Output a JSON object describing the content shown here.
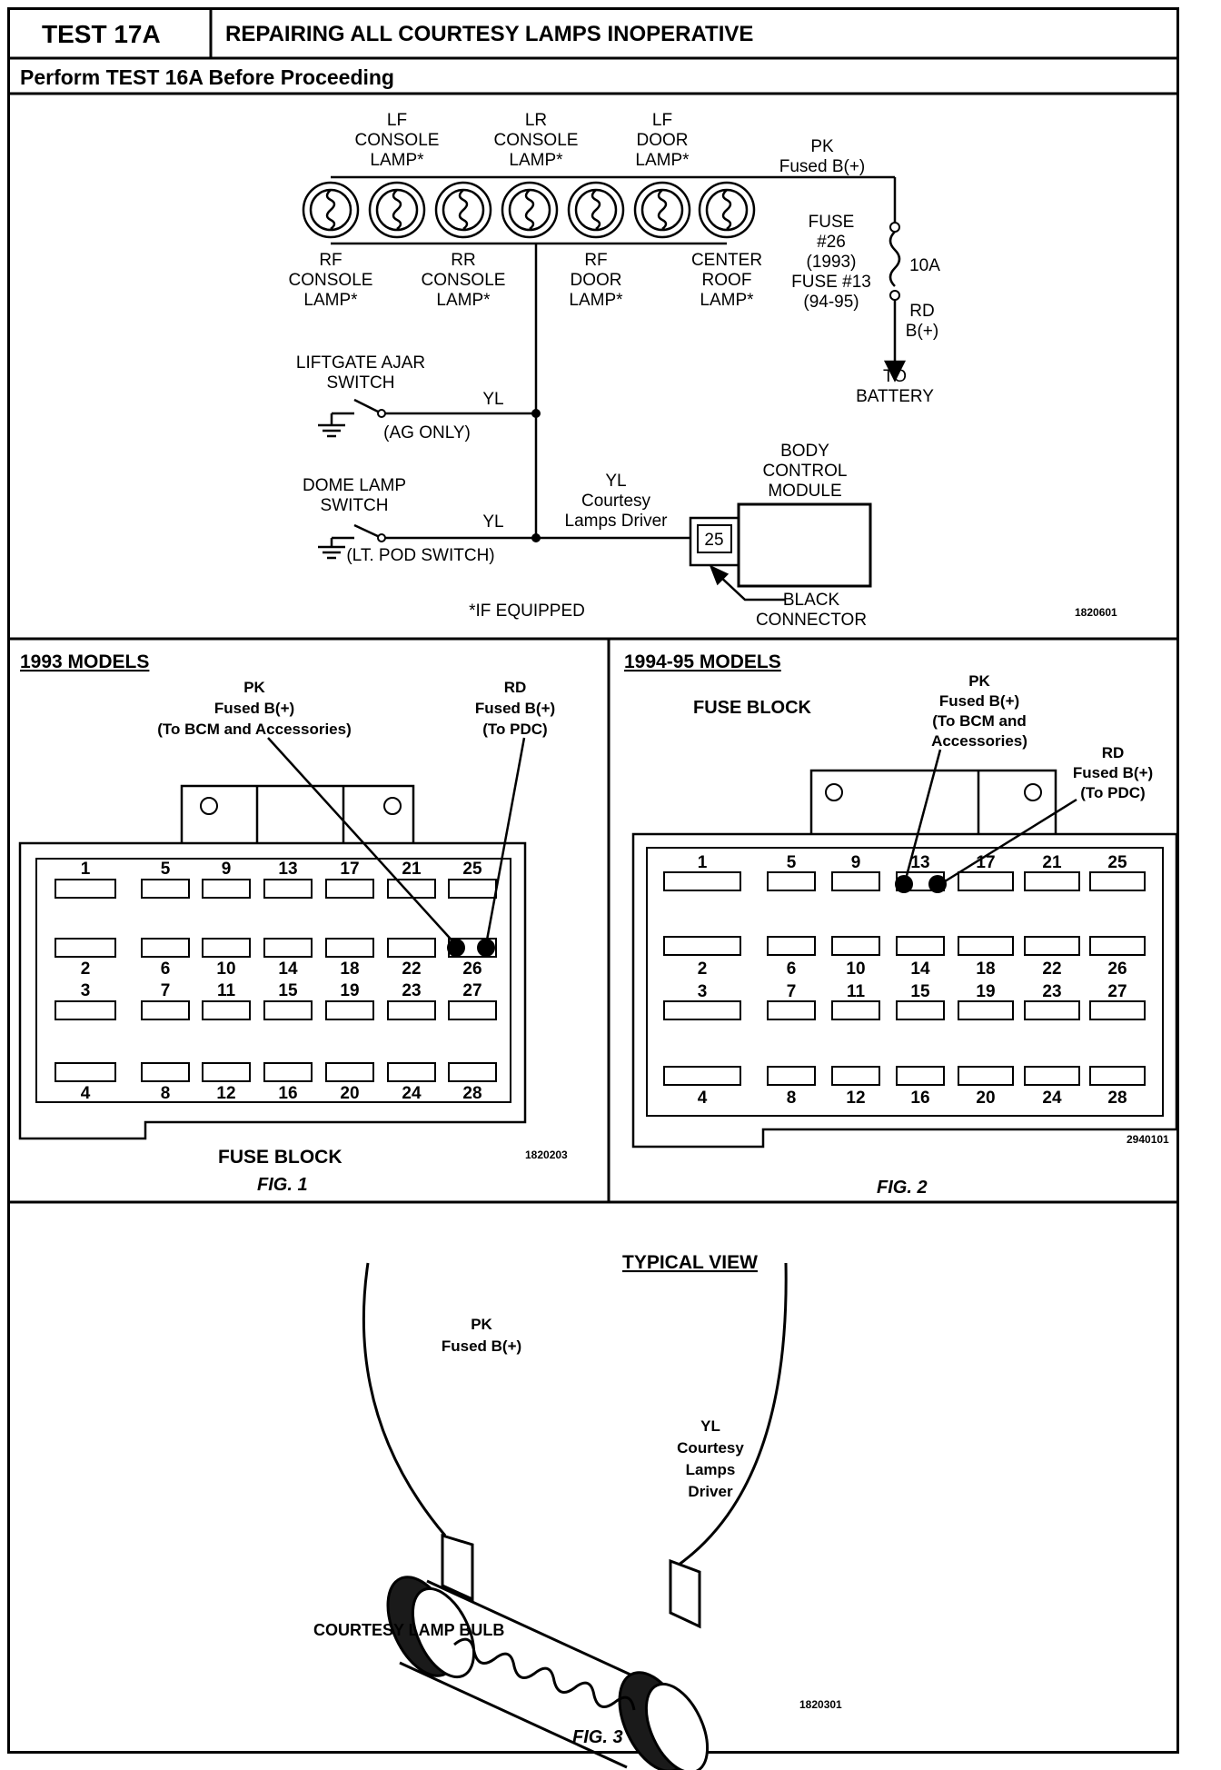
{
  "header": {
    "test_number": "TEST 17A",
    "title": "REPAIRING ALL COURTESY LAMPS INOPERATIVE",
    "subtitle": "Perform TEST 16A Before Proceeding"
  },
  "schematic": {
    "lamps_top": [
      {
        "l1": "LF",
        "l2": "CONSOLE",
        "l3": "LAMP*"
      },
      {
        "l1": "LR",
        "l2": "CONSOLE",
        "l3": "LAMP*"
      },
      {
        "l1": "LF",
        "l2": "DOOR",
        "l3": "LAMP*"
      }
    ],
    "lamps_bottom": [
      {
        "l1": "RF",
        "l2": "CONSOLE",
        "l3": "LAMP*"
      },
      {
        "l1": "RR",
        "l2": "CONSOLE",
        "l3": "LAMP*"
      },
      {
        "l1": "RF",
        "l2": "DOOR",
        "l3": "LAMP*"
      },
      {
        "l1": "CENTER",
        "l2": "ROOF",
        "l3": "LAMP*"
      }
    ],
    "pk_wire": {
      "l1": "PK",
      "l2": "Fused B(+)"
    },
    "fuse": {
      "l1": "FUSE",
      "l2": "#26",
      "l3": "(1993)",
      "l4": "FUSE #13",
      "l5": "(94-95)",
      "rating": "10A"
    },
    "rd_wire": {
      "l1": "RD",
      "l2": "B(+)"
    },
    "battery": {
      "l1": "TO",
      "l2": "BATTERY"
    },
    "liftgate_switch": {
      "l1": "LIFTGATE AJAR",
      "l2": "SWITCH",
      "note": "(AG ONLY)",
      "wire": "YL"
    },
    "dome_switch": {
      "l1": "DOME LAMP",
      "l2": "SWITCH",
      "note": "(LT. POD SWITCH)",
      "wire": "YL"
    },
    "driver_wire": {
      "l1": "YL",
      "l2": "Courtesy",
      "l3": "Lamps Driver"
    },
    "bcm": {
      "l1": "BODY",
      "l2": "CONTROL",
      "l3": "MODULE",
      "pin": "25"
    },
    "connector": {
      "l1": "BLACK",
      "l2": "CONNECTOR"
    },
    "footnote": "*IF EQUIPPED",
    "ref": "1820601"
  },
  "fig1": {
    "heading": "1993 MODELS",
    "pk": {
      "l1": "PK",
      "l2": "Fused B(+)",
      "l3": "(To BCM and Accessories)"
    },
    "rd": {
      "l1": "RD",
      "l2": "Fused B(+)",
      "l3": "(To PDC)"
    },
    "rows": [
      [
        "1",
        "5",
        "9",
        "13",
        "17",
        "21",
        "25"
      ],
      [
        "2",
        "6",
        "10",
        "14",
        "18",
        "22",
        "26"
      ],
      [
        "3",
        "7",
        "11",
        "15",
        "19",
        "23",
        "27"
      ],
      [
        "4",
        "8",
        "12",
        "16",
        "20",
        "24",
        "28"
      ]
    ],
    "label": "FUSE BLOCK",
    "caption": "FIG. 1",
    "ref": "1820203"
  },
  "fig2": {
    "heading": "1994-95 MODELS",
    "label": "FUSE BLOCK",
    "pk": {
      "l1": "PK",
      "l2": "Fused B(+)",
      "l3": "(To BCM and",
      "l4": "Accessories)"
    },
    "rd": {
      "l1": "RD",
      "l2": "Fused B(+)",
      "l3": "(To PDC)"
    },
    "rows": [
      [
        "1",
        "5",
        "9",
        "13",
        "17",
        "21",
        "25"
      ],
      [
        "2",
        "6",
        "10",
        "14",
        "18",
        "22",
        "26"
      ],
      [
        "3",
        "7",
        "11",
        "15",
        "19",
        "23",
        "27"
      ],
      [
        "4",
        "8",
        "12",
        "16",
        "20",
        "24",
        "28"
      ]
    ],
    "caption": "FIG. 2",
    "ref": "2940101"
  },
  "fig3": {
    "heading": "TYPICAL VIEW",
    "pk": {
      "l1": "PK",
      "l2": "Fused B(+)"
    },
    "yl": {
      "l1": "YL",
      "l2": "Courtesy",
      "l3": "Lamps",
      "l4": "Driver"
    },
    "bulb_label": "COURTESY LAMP BULB",
    "caption": "FIG. 3",
    "ref": "1820301"
  }
}
